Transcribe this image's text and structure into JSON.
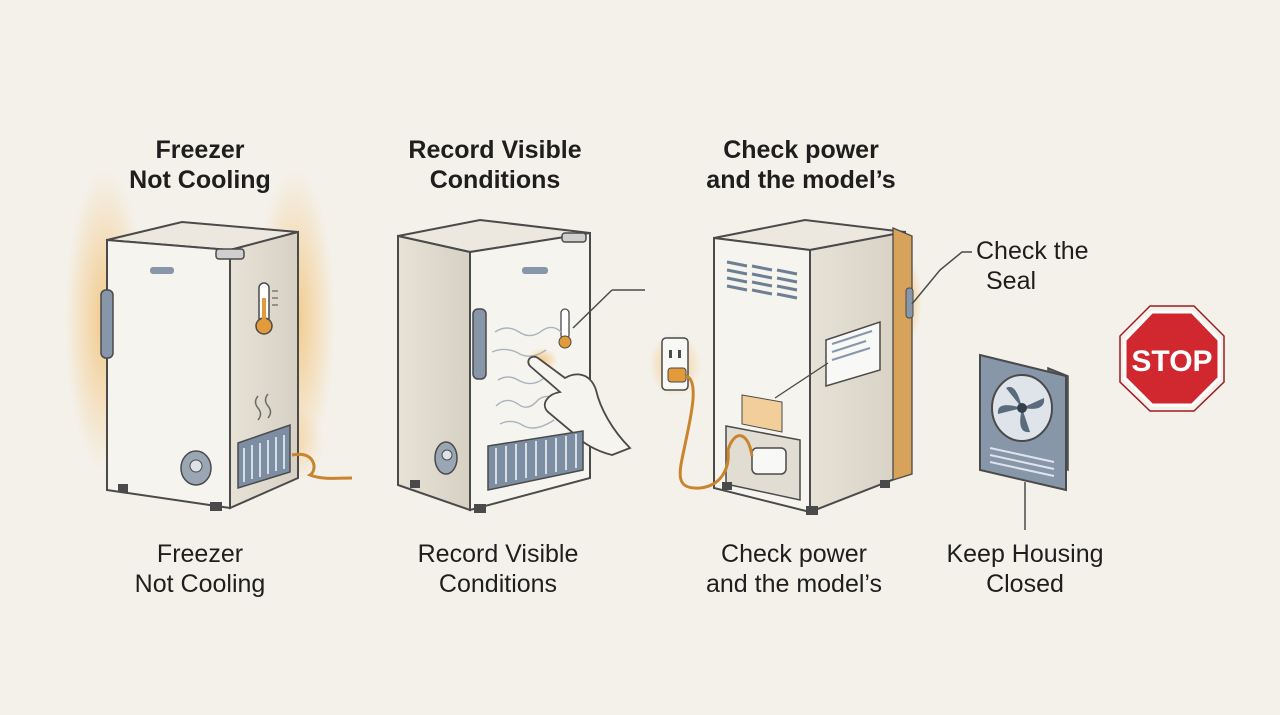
{
  "steps": [
    {
      "top_label": [
        "Freezer",
        "Not Cooling"
      ],
      "bottom_label": [
        "Freezer",
        "Not Cooling"
      ]
    },
    {
      "top_label": [
        "Record Visible",
        "Conditions"
      ],
      "bottom_label": [
        "Record Visible",
        "Conditions"
      ]
    },
    {
      "top_label": [
        "Check power",
        "and the model’s"
      ],
      "bottom_label": [
        "Check power",
        "and the model’s"
      ]
    },
    {
      "bottom_label": [
        "Keep Housing",
        "Closed"
      ]
    }
  ],
  "callouts": {
    "seal": [
      "Check the",
      "Seal"
    ]
  },
  "stop_sign": {
    "text": "STOP",
    "color": "#d0282e"
  },
  "colors": {
    "background": "#f4f1ea",
    "glow": "#f2a93b",
    "outline": "#4a4a4a",
    "vent": "#7d8ea3",
    "cord": "#c9852e"
  }
}
